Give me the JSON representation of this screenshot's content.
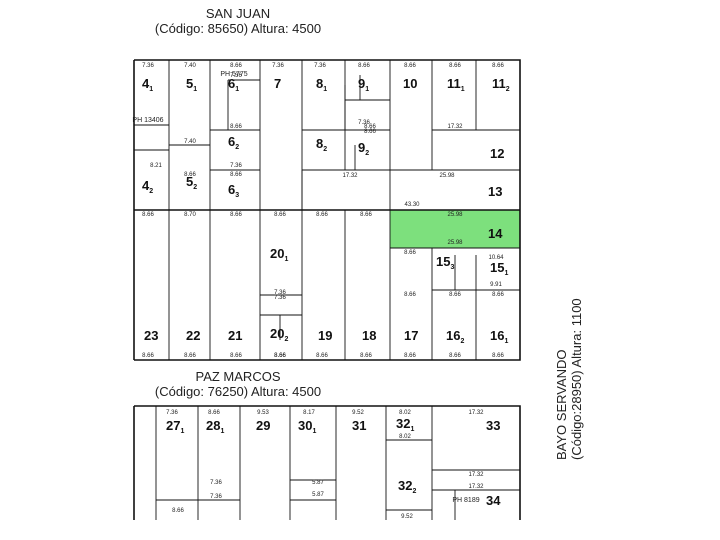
{
  "streets": {
    "north": {
      "name": "SAN JUAN",
      "code": "(Código: 85650) Altura: 4500"
    },
    "middle": {
      "name": "PAZ MARCOS",
      "code": "(Código: 76250) Altura: 4500"
    },
    "east": {
      "name": "BAYO SERVANDO",
      "code": "(Código:28950) Altura: 1100"
    }
  },
  "highlight_color": "#7de07d",
  "parcels_block1": [
    {
      "id": "4",
      "sub": "1"
    },
    {
      "id": "5",
      "sub": "1"
    },
    {
      "id": "6",
      "sub": "1"
    },
    {
      "id": "7",
      "sub": ""
    },
    {
      "id": "8",
      "sub": "1"
    },
    {
      "id": "9",
      "sub": "1"
    },
    {
      "id": "10",
      "sub": ""
    },
    {
      "id": "11",
      "sub": "1"
    },
    {
      "id": "11",
      "sub": "2"
    },
    {
      "id": "6",
      "sub": "2"
    },
    {
      "id": "8",
      "sub": "2"
    },
    {
      "id": "9",
      "sub": "2"
    },
    {
      "id": "12",
      "sub": ""
    },
    {
      "id": "4",
      "sub": "2"
    },
    {
      "id": "5",
      "sub": "2"
    },
    {
      "id": "6",
      "sub": "3"
    },
    {
      "id": "13",
      "sub": ""
    },
    {
      "id": "14",
      "sub": ""
    },
    {
      "id": "15",
      "sub": "3"
    },
    {
      "id": "15",
      "sub": "1"
    },
    {
      "id": "20",
      "sub": "1"
    },
    {
      "id": "20",
      "sub": "2"
    },
    {
      "id": "23",
      "sub": ""
    },
    {
      "id": "22",
      "sub": ""
    },
    {
      "id": "21",
      "sub": ""
    },
    {
      "id": "19",
      "sub": ""
    },
    {
      "id": "18",
      "sub": ""
    },
    {
      "id": "17",
      "sub": ""
    },
    {
      "id": "16",
      "sub": "2"
    },
    {
      "id": "16",
      "sub": "1"
    }
  ],
  "parcels_block2": [
    {
      "id": "27",
      "sub": "1"
    },
    {
      "id": "28",
      "sub": "1"
    },
    {
      "id": "29",
      "sub": ""
    },
    {
      "id": "30",
      "sub": "1"
    },
    {
      "id": "31",
      "sub": ""
    },
    {
      "id": "32",
      "sub": "1"
    },
    {
      "id": "33",
      "sub": ""
    },
    {
      "id": "32",
      "sub": "2"
    },
    {
      "id": "34",
      "sub": ""
    }
  ],
  "ph_labels": [
    "PH 5775",
    "PH 13406",
    "PH 8189"
  ],
  "dimensions_block1": [
    "7.36",
    "7.40",
    "8.66",
    "7.36",
    "7.36",
    "8.66",
    "8.66",
    "8.66",
    "8.66",
    "7.36",
    "7.40",
    "8.66",
    "8.66",
    "17.32",
    "7.36",
    "8.66",
    "8.21",
    "7.36",
    "17.32",
    "25.98",
    "8.66",
    "8.70",
    "8.66",
    "8.66",
    "8.66",
    "8.66",
    "43.30",
    "25.98",
    "25.98",
    "8.66",
    "10.64",
    "9.91",
    "8.66",
    "7.36",
    "7.36",
    "8.66",
    "8.66",
    "8.66",
    "8.66",
    "8.66",
    "8.66",
    "8.66",
    "8.66",
    "8.66",
    "8.66",
    "8.66",
    "8.66",
    "8.66",
    "8.66"
  ],
  "dimensions_block2": [
    "7.36",
    "8.66",
    "9.53",
    "8.17",
    "9.52",
    "8.02",
    "17.32",
    "8.02",
    "7.36",
    "5.87",
    "5.87",
    "7.36",
    "8.66",
    "17.32",
    "17.32",
    "9.52"
  ]
}
